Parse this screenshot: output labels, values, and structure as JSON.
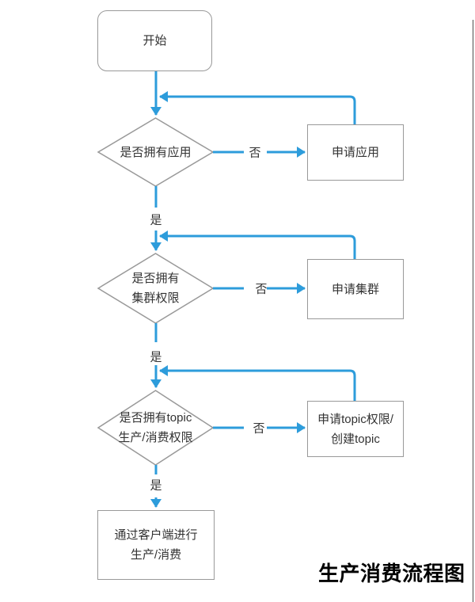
{
  "diagram": {
    "title": "生产消费流程图",
    "nodes": {
      "start": {
        "label": "开始",
        "type": "terminator"
      },
      "check_app": {
        "label": "是否拥有应用",
        "type": "decision"
      },
      "apply_app": {
        "label": "申请应用",
        "type": "process"
      },
      "check_cluster": {
        "label": "是否拥有\n集群权限",
        "type": "decision"
      },
      "apply_cluster": {
        "label": "申请集群",
        "type": "process"
      },
      "check_topic": {
        "label": "是否拥有topic\n生产/消费权限",
        "type": "decision"
      },
      "apply_topic": {
        "label": "申请topic权限/\n创建topic",
        "type": "process"
      },
      "produce_consume": {
        "label": "通过客户端进行\n生产/消费",
        "type": "process"
      }
    },
    "edge_labels": {
      "yes": "是",
      "no": "否"
    },
    "edges": [
      {
        "from": "start",
        "to": "check_app",
        "label": ""
      },
      {
        "from": "check_app",
        "to": "apply_app",
        "label": "否"
      },
      {
        "from": "apply_app",
        "to": "check_app",
        "label": ""
      },
      {
        "from": "check_app",
        "to": "check_cluster",
        "label": "是"
      },
      {
        "from": "check_cluster",
        "to": "apply_cluster",
        "label": "否"
      },
      {
        "from": "apply_cluster",
        "to": "check_cluster",
        "label": ""
      },
      {
        "from": "check_cluster",
        "to": "check_topic",
        "label": "是"
      },
      {
        "from": "check_topic",
        "to": "apply_topic",
        "label": "否"
      },
      {
        "from": "apply_topic",
        "to": "check_topic",
        "label": ""
      },
      {
        "from": "check_topic",
        "to": "produce_consume",
        "label": "是"
      }
    ],
    "colors": {
      "connector": "#2d9cdb",
      "shape_border": "#999999",
      "text": "#333333",
      "title_text": "#000000"
    }
  }
}
